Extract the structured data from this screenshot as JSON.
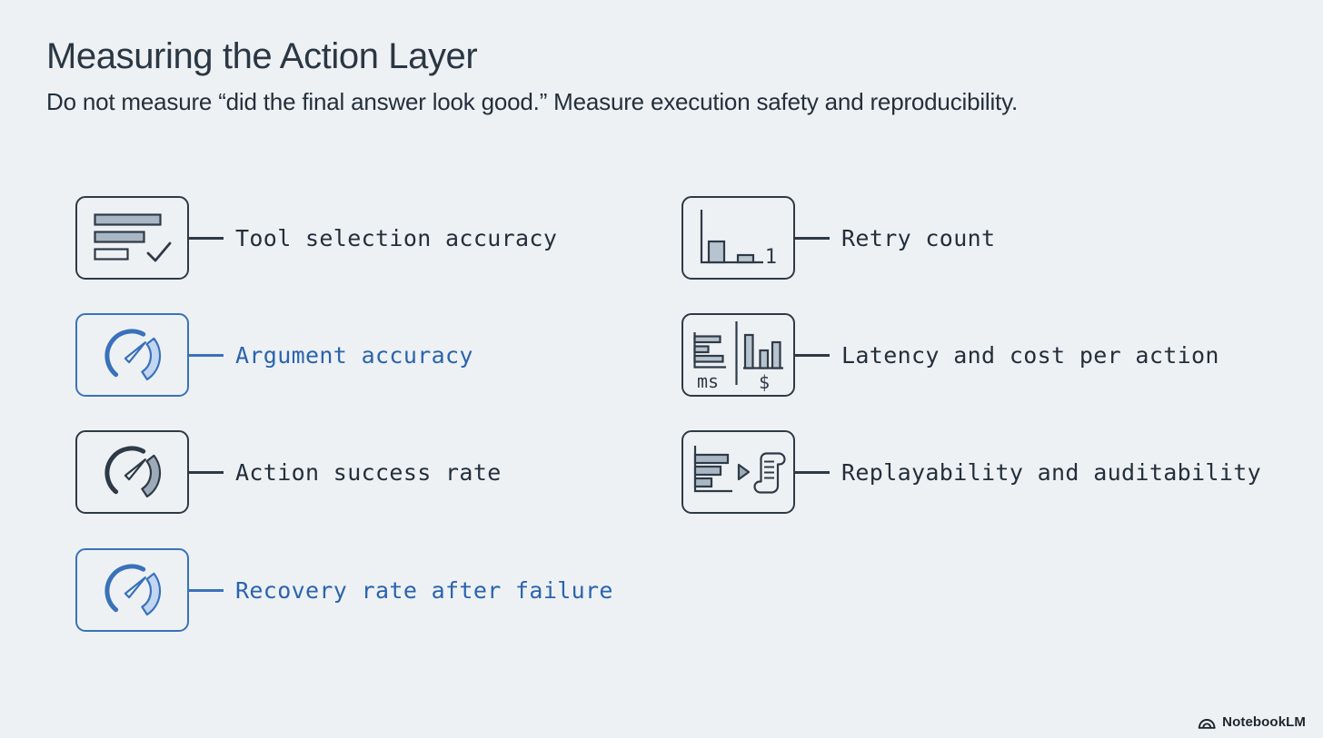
{
  "page": {
    "title": "Measuring the Action Layer",
    "subtitle": "Do not measure “did the final answer look good.” Measure execution safety and reproducibility."
  },
  "metrics": {
    "left": [
      {
        "label": "Tool selection accuracy",
        "icon": "checklist-with-checkmark",
        "accent": "dark"
      },
      {
        "label": "Argument accuracy",
        "icon": "gauge",
        "accent": "blue"
      },
      {
        "label": "Action success rate",
        "icon": "gauge",
        "accent": "dark"
      },
      {
        "label": "Recovery rate after failure",
        "icon": "gauge",
        "accent": "blue"
      }
    ],
    "right": [
      {
        "label": "Retry count",
        "icon": "bar-chart",
        "accent": "dark",
        "annotation": "1"
      },
      {
        "label": "Latency and cost per action",
        "icon": "latency-cost-charts",
        "accent": "dark",
        "units": [
          "ms",
          "$"
        ]
      },
      {
        "label": "Replayability and auditability",
        "icon": "log-play-scroll",
        "accent": "dark"
      }
    ]
  },
  "footer": {
    "brand": "NotebookLM"
  },
  "colors": {
    "background": "#edf1f4",
    "dark": "#2e3a46",
    "blue": "#3a71ba",
    "blue_text": "#2b63ad",
    "blue_light_fill": "#c2d6f1",
    "gray_fill": "#a9b6c3",
    "gray_bar_fill": "#b7c3cf",
    "gray_segment_fill": "#9dabb9",
    "title_text": "#2a3743",
    "label_text": "#232f3b",
    "footer_text": "#1d242c"
  }
}
